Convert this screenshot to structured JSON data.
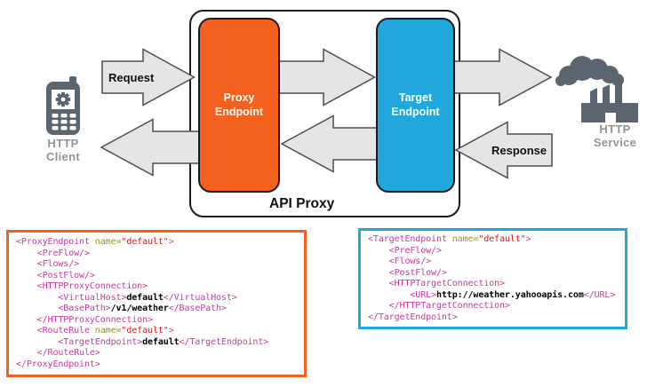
{
  "title": "API Proxy architecture diagram",
  "colors": {
    "orange": "#F4611E",
    "blue": "#20A8DC",
    "arrow_fill": "#E5E5E5",
    "arrow_stroke": "#4D4D4D",
    "icon_gray": "#5A6570",
    "icon_label_gray": "#8C969B",
    "code_tag": "#C53AA0",
    "code_attr": "#9A9A00",
    "code_value": "#DE1414",
    "code_text": "#000000"
  },
  "diagram": {
    "api_proxy_label": "API Proxy",
    "request_label": "Request",
    "response_label": "Response",
    "http_client": {
      "line1": "HTTP",
      "line2": "Client"
    },
    "http_service": {
      "line1": "HTTP",
      "line2": "Service"
    },
    "proxy_endpoint": {
      "line1": "Proxy",
      "line2": "Endpoint"
    },
    "target_endpoint": {
      "line1": "Target",
      "line2": "Endpoint"
    }
  },
  "code_blocks": {
    "proxy": {
      "lines": [
        [
          [
            "tag",
            "<ProxyEndpoint"
          ],
          [
            "attr",
            " name"
          ],
          [
            "attr",
            "="
          ],
          [
            "val",
            "\"default\""
          ],
          [
            "tag",
            ">"
          ]
        ],
        [
          [
            "tag",
            "    <PreFlow/>"
          ]
        ],
        [
          [
            "tag",
            "    <Flows/>"
          ]
        ],
        [
          [
            "tag",
            "    <PostFlow/>"
          ]
        ],
        [
          [
            "tag",
            "    <HTTPProxyConnection>"
          ]
        ],
        [
          [
            "tag",
            "        <VirtualHost>"
          ],
          [
            "text",
            "default"
          ],
          [
            "tag",
            "</VirtualHost>"
          ]
        ],
        [
          [
            "tag",
            "        <BasePath>"
          ],
          [
            "text",
            "/v1/weather"
          ],
          [
            "tag",
            "</BasePath>"
          ]
        ],
        [
          [
            "tag",
            "    </HTTPProxyConnection>"
          ]
        ],
        [
          [
            "tag",
            "    <RouteRule"
          ],
          [
            "attr",
            " name"
          ],
          [
            "attr",
            "="
          ],
          [
            "val",
            "\"default\""
          ],
          [
            "tag",
            ">"
          ]
        ],
        [
          [
            "tag",
            "        <TargetEndpoint>"
          ],
          [
            "text",
            "default"
          ],
          [
            "tag",
            "</TargetEndpoint>"
          ]
        ],
        [
          [
            "tag",
            "    </RouteRule>"
          ]
        ],
        [
          [
            "tag",
            "</ProxyEndpoint>"
          ]
        ]
      ]
    },
    "target": {
      "lines": [
        [
          [
            "tag",
            "<TargetEndpoint"
          ],
          [
            "attr",
            " name"
          ],
          [
            "attr",
            "="
          ],
          [
            "val",
            "\"default\""
          ],
          [
            "tag",
            ">"
          ]
        ],
        [
          [
            "tag",
            "    <PreFlow/>"
          ]
        ],
        [
          [
            "tag",
            "    <Flows/>"
          ]
        ],
        [
          [
            "tag",
            "    <PostFlow/>"
          ]
        ],
        [
          [
            "tag",
            "    <HTTPTargetConnection>"
          ]
        ],
        [
          [
            "tag",
            "        <URL>"
          ],
          [
            "text",
            "http://weather.yahooapis.com"
          ],
          [
            "tag",
            "</URL>"
          ]
        ],
        [
          [
            "tag",
            "    </HTTPTargetConnection>"
          ]
        ],
        [
          [
            "tag",
            "</TargetEndpoint>"
          ]
        ]
      ]
    }
  }
}
